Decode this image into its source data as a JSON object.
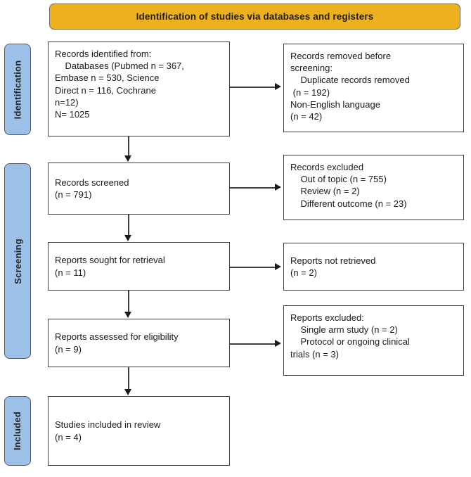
{
  "diagram": {
    "title": "Identification of studies via databases and registers",
    "banner_color": "#EDB01F",
    "phase_tab_color": "#9CC0E7"
  },
  "phases": [
    {
      "id": "identification",
      "label": "Identification"
    },
    {
      "id": "screening",
      "label": "Screening"
    },
    {
      "id": "included",
      "label": "Included"
    }
  ],
  "flow": {
    "identified": {
      "text": "Records identified from:\n    Databases (Pubmed n = 367,\nEmbase n = 530, Science\nDirect n = 116, Cochrane\nn=12)\nN= 1025"
    },
    "removed_before_screening": {
      "text": "Records removed before\nscreening:\n    Duplicate records removed\n (n = 192)\nNon-English language\n(n = 42)"
    },
    "records_screened": {
      "text": "Records screened\n(n = 791)"
    },
    "records_excluded": {
      "text": "Records excluded\n    Out of topic (n = 755)\n    Review (n = 2)\n    Different outcome (n = 23)"
    },
    "reports_sought": {
      "text": "Reports sought for retrieval\n(n = 11)"
    },
    "reports_not_retrieved": {
      "text": "Reports not retrieved\n(n = 2)"
    },
    "reports_assessed": {
      "text": "Reports assessed for eligibility\n(n = 9)"
    },
    "reports_excluded": {
      "text": "Reports excluded:\n    Single arm study (n = 2)\n    Protocol or ongoing clinical\ntrials (n = 3)"
    },
    "studies_included": {
      "text": "Studies included in review\n(n = 4)"
    }
  },
  "counts": {
    "pubmed": 367,
    "embase": 530,
    "science_direct": 116,
    "cochrane": 12,
    "total_identified": 1025,
    "duplicates_removed": 192,
    "non_english": 42,
    "screened": 791,
    "out_of_topic": 755,
    "review_excluded": 2,
    "different_outcome": 23,
    "sought_for_retrieval": 11,
    "not_retrieved": 2,
    "assessed_for_eligibility": 9,
    "single_arm_study": 2,
    "protocol_or_ongoing": 3,
    "included_in_review": 4
  }
}
